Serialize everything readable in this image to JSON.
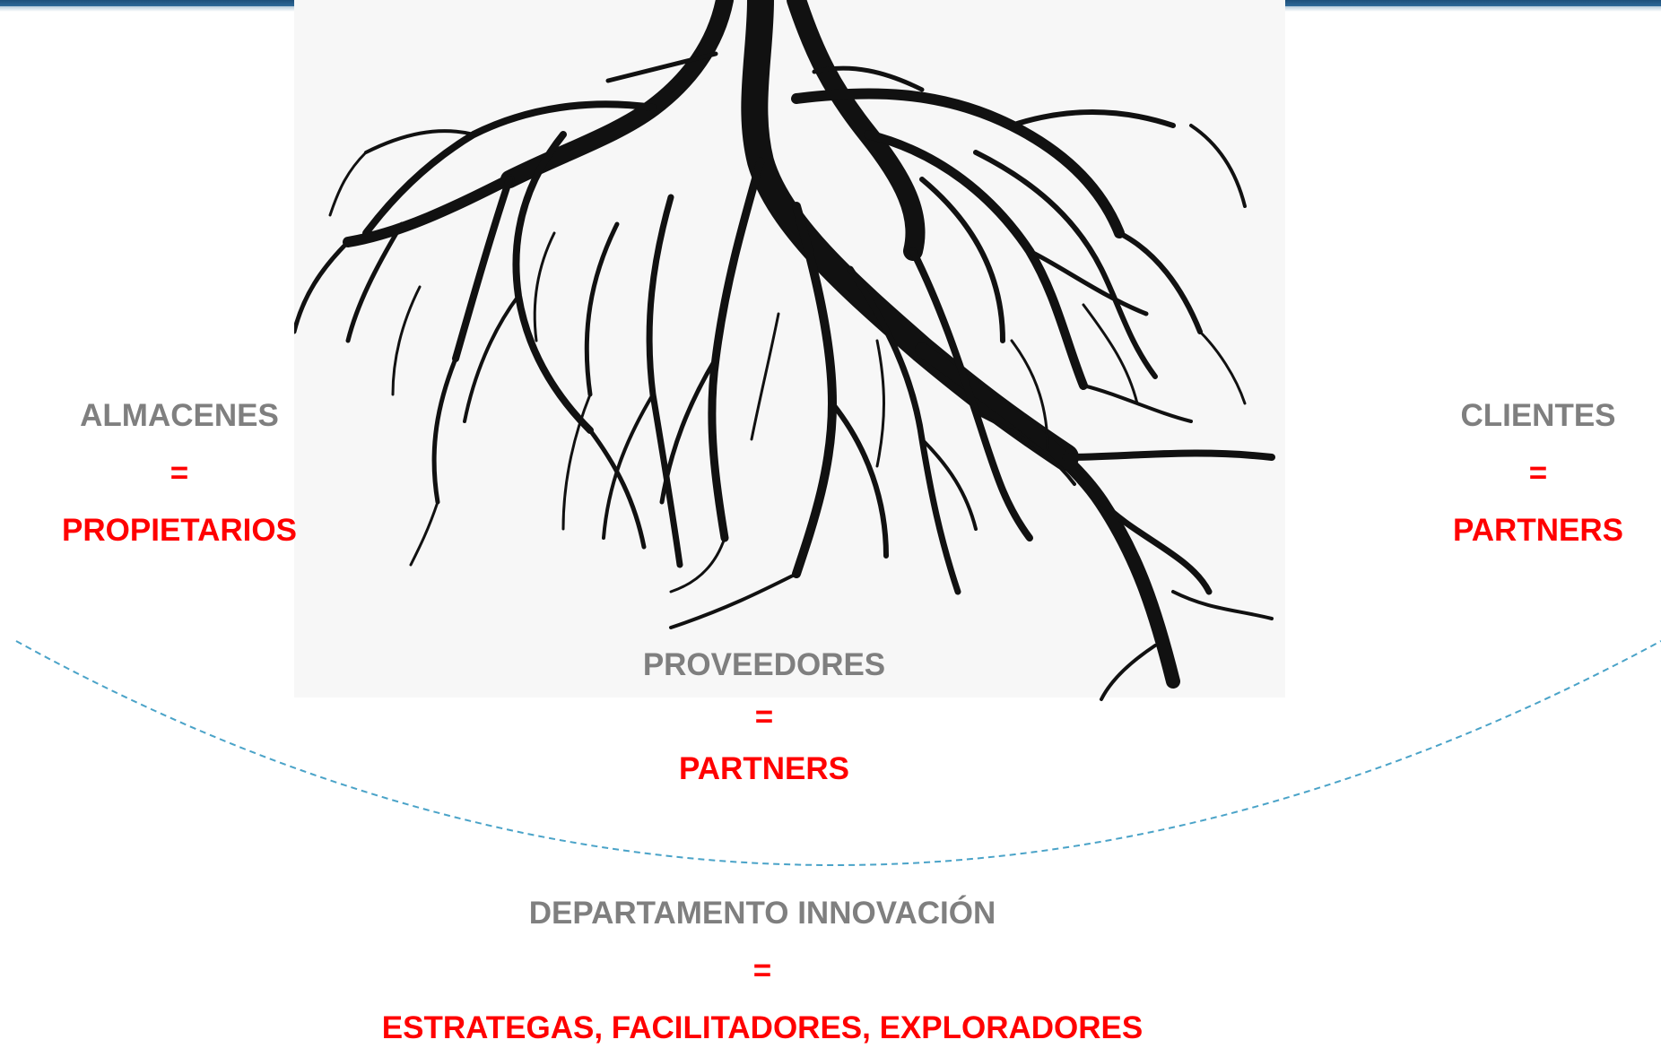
{
  "almacenes": {
    "title": "ALMACENES",
    "equals": "=",
    "role": "PROPIETARIOS"
  },
  "clientes": {
    "title": "CLIENTES",
    "equals": "=",
    "role": "PARTNERS"
  },
  "proveedores": {
    "title": "PROVEEDORES",
    "equals": "=",
    "role": "PARTNERS"
  },
  "departamento": {
    "title": "DEPARTAMENTO INNOVACIÓN",
    "equals": "=",
    "role": "ESTRATEGAS, FACILITADORES, EXPLORADORES"
  },
  "colors": {
    "label_gray": "#7f7f7f",
    "label_red": "#ff0000",
    "curve": "#4aa3c8",
    "top_bar": "#1d4f7a",
    "roots": "#111111"
  },
  "icons": {
    "roots_image": "tree-roots-icon"
  }
}
